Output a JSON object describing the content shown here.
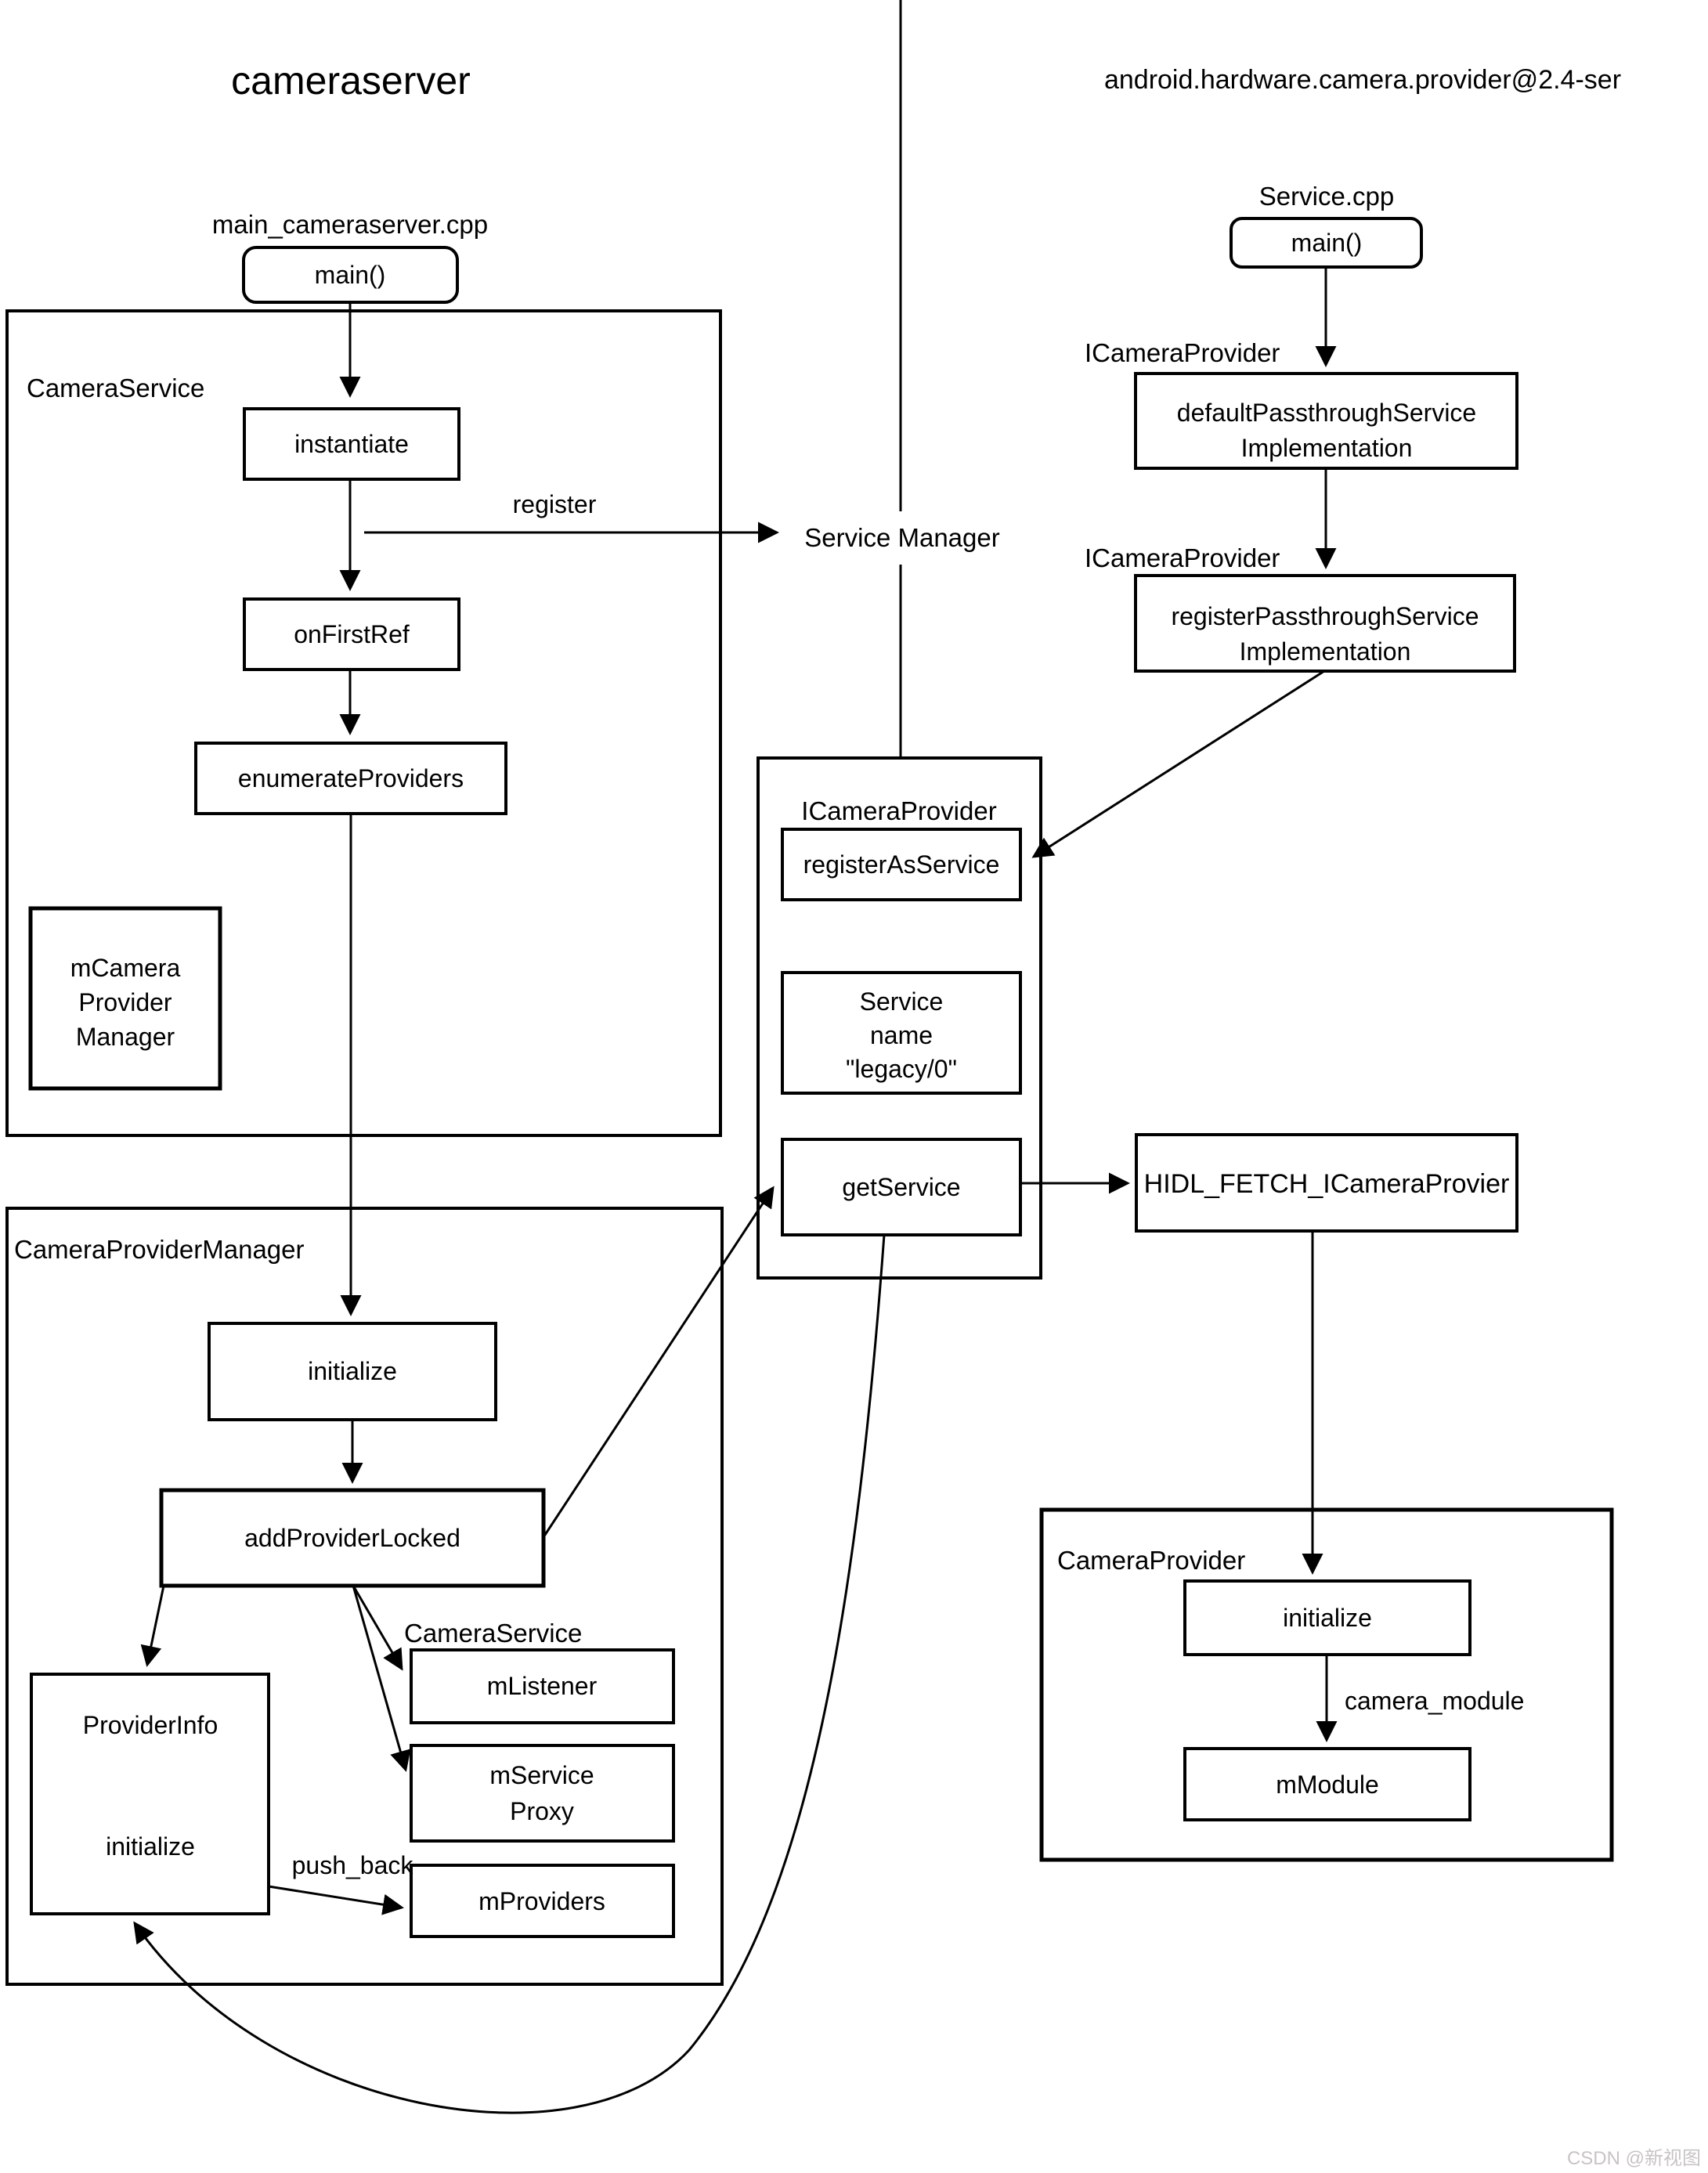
{
  "titles": {
    "left": "cameraserver",
    "right": "android.hardware.camera.provider@2.4-ser"
  },
  "watermark": "CSDN @新视图",
  "left_panel": {
    "file_label": "main_cameraserver.cpp",
    "main_label": "main()",
    "register_label": "register",
    "camera_service": {
      "label": "CameraService",
      "instantiate": "instantiate",
      "on_first_ref": "onFirstRef",
      "enumerate_providers": "enumerateProviders",
      "m_camera_provider_manager": {
        "line1": "mCamera",
        "line2": "Provider",
        "line3": "Manager"
      }
    },
    "camera_provider_manager": {
      "label": "CameraProviderManager",
      "initialize": "initialize",
      "add_provider_locked": "addProviderLocked",
      "camera_service_label": "CameraService",
      "m_listener": "mListener",
      "m_service_proxy": {
        "line1": "mService",
        "line2": "Proxy"
      },
      "m_providers": "mProviders",
      "push_back_label": "push_back",
      "provider_info": {
        "title": "ProviderInfo",
        "initialize": "initialize"
      }
    }
  },
  "middle": {
    "service_manager_label": "Service Manager",
    "icamera_provider": {
      "label": "ICameraProvider",
      "register_as_service": "registerAsService",
      "service_name": {
        "line1": "Service",
        "line2": "name",
        "line3": "\"legacy/0\""
      },
      "get_service": "getService"
    },
    "hidl_fetch_label": "HIDL_FETCH_ICameraProvier"
  },
  "right_panel": {
    "file_label": "Service.cpp",
    "main_label": "main()",
    "icamera_provider_label_1": "ICameraProvider",
    "default_passthrough": {
      "line1": "defaultPassthroughService",
      "line2": "Implementation"
    },
    "icamera_provider_label_2": "ICameraProvider",
    "register_passthrough": {
      "line1": "registerPassthroughService",
      "line2": "Implementation"
    },
    "camera_provider": {
      "label": "CameraProvider",
      "initialize": "initialize",
      "camera_module_label": "camera_module",
      "m_module": "mModule"
    }
  }
}
